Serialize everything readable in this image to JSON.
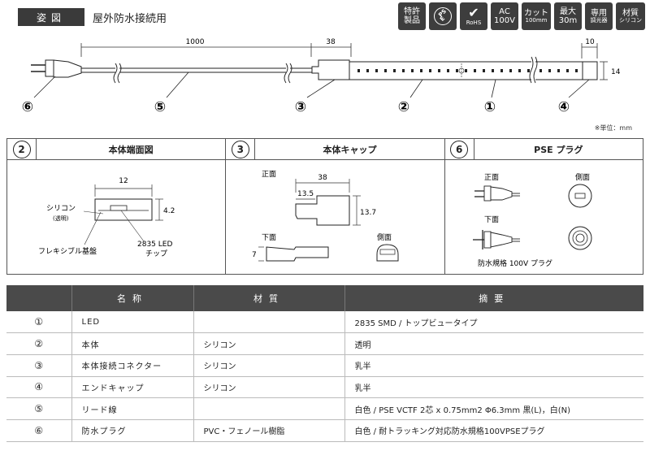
{
  "header": {
    "tag": "姿図",
    "title": "屋外防水接続用"
  },
  "badges": [
    {
      "line1": "特許",
      "line2": "製品"
    },
    {
      "line1": "PS",
      "line2": "E"
    },
    {
      "line1": "✔",
      "line2": "RoHS"
    },
    {
      "line1": "AC",
      "line2": "100V"
    },
    {
      "line1": "カット",
      "line2": "100mm"
    },
    {
      "line1": "最大",
      "line2": "30m"
    },
    {
      "line1": "専用",
      "line2": "調光器"
    },
    {
      "line1": "材質",
      "line2": "シリコン"
    }
  ],
  "diagram": {
    "dim_lead": "1000",
    "dim_cap": "38",
    "dim_end": "10",
    "dim_height": "14",
    "callouts": [
      "⑥",
      "⑤",
      "③",
      "②",
      "①",
      "④"
    ],
    "unit": "※単位：mm"
  },
  "panels": {
    "p2": {
      "num": "2",
      "title": "本体端面図",
      "dim_width": "12",
      "dim_height": "4.2",
      "label_silicone": "シリコン",
      "label_transparent": "(透明)",
      "label_board": "フレキシブル基盤",
      "label_led1": "2835 LED",
      "label_led2": "チップ"
    },
    "p3": {
      "num": "3",
      "title": "本体キャップ",
      "label_front": "正面",
      "label_bottom": "下面",
      "label_side": "側面",
      "dim_38": "38",
      "dim_135": "13.5",
      "dim_137": "13.7",
      "dim_7": "7"
    },
    "p6": {
      "num": "6",
      "title": "PSE プラグ",
      "label_front": "正面",
      "label_side": "側面",
      "label_bottom": "下面",
      "caption": "防水規格 100V プラグ"
    }
  },
  "table": {
    "headers": [
      "",
      "名称",
      "材質",
      "摘要"
    ],
    "rows": [
      {
        "no": "①",
        "name": "LED",
        "material": "",
        "summary": "2835 SMD / トップビュータイプ"
      },
      {
        "no": "②",
        "name": "本体",
        "material": "シリコン",
        "summary": "透明"
      },
      {
        "no": "③",
        "name": "本体接続コネクター",
        "material": "シリコン",
        "summary": "乳半"
      },
      {
        "no": "④",
        "name": "エンドキャップ",
        "material": "シリコン",
        "summary": "乳半"
      },
      {
        "no": "⑤",
        "name": "リード線",
        "material": "",
        "summary": "白色 / PSE VCTF 2芯 x 0.75mm2 Φ6.3mm 黒(L)，白(N)"
      },
      {
        "no": "⑥",
        "name": "防水プラグ",
        "material": "PVC・フェノール樹脂",
        "summary": "白色 / 耐トラッキング対応防水規格100VPSEプラグ"
      }
    ]
  }
}
